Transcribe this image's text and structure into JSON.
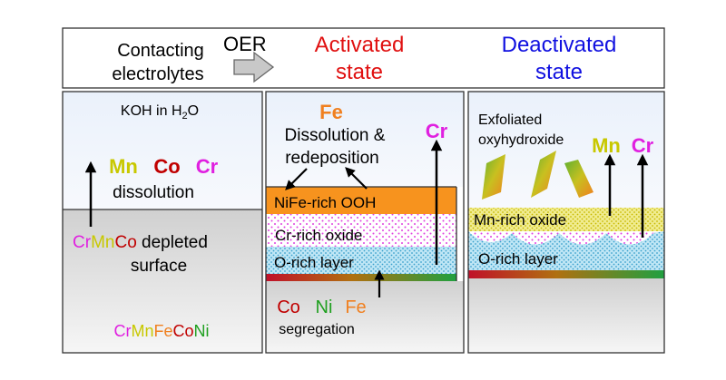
{
  "header": {
    "contacting_line1": "Contacting",
    "contacting_line2": "electrolytes",
    "oer": "OER",
    "activated_line1": "Activated",
    "activated_line2": "state",
    "deactivated_line1": "Deactivated",
    "deactivated_line2": "state"
  },
  "panel1": {
    "electrolyte_prefix": "KOH in H",
    "electrolyte_sub": "2",
    "electrolyte_suffix": "O",
    "mn": "Mn",
    "co": "Co",
    "cr": "Cr",
    "dissolution": "dissolution",
    "depleted_cr": "Cr",
    "depleted_mn": "Mn",
    "depleted_co": "Co",
    "depleted_rest": " depleted",
    "surface": "surface",
    "alloy_cr": "Cr",
    "alloy_mn": "Mn",
    "alloy_fe": "Fe",
    "alloy_co": "Co",
    "alloy_ni": "Ni"
  },
  "panel2": {
    "fe": "Fe",
    "dissolution_line1": "Dissolution &",
    "dissolution_line2": "redeposition",
    "cr": "Cr",
    "layer_ooh": "NiFe-rich OOH",
    "layer_cr_oxide": "Cr-rich oxide",
    "layer_o_rich": "O-rich layer",
    "seg_co": "Co",
    "seg_ni": "Ni",
    "seg_fe": "Fe",
    "segregation": "segregation"
  },
  "panel3": {
    "exfoliated_line1": "Exfoliated",
    "exfoliated_line2": "oxyhydroxide",
    "mn": "Mn",
    "cr": "Cr",
    "layer_mn_oxide": "Mn-rich oxide",
    "layer_o_rich": "O-rich layer"
  },
  "colors": {
    "mn": "#c8c800",
    "co": "#c00000",
    "cr": "#e020e0",
    "fe": "#f08020",
    "ni": "#20a020",
    "activated": "#e01010",
    "deactivated": "#1010e0",
    "ooh_layer": "#f7931e",
    "electrolyte": "#e8f0fa"
  }
}
